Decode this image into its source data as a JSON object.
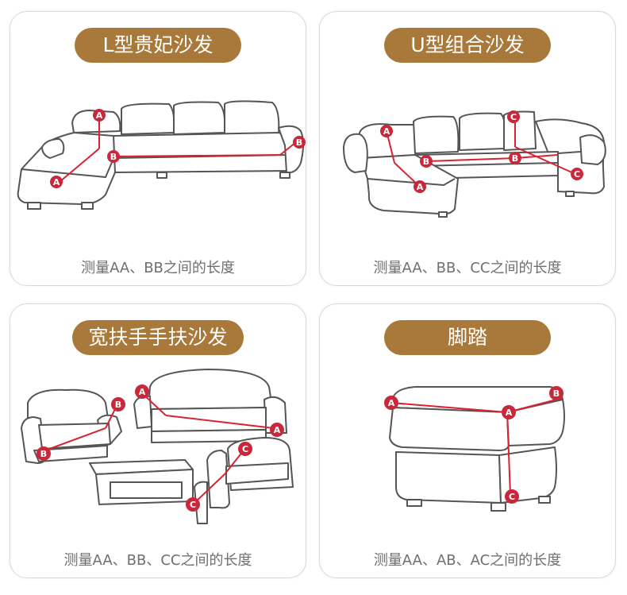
{
  "colors": {
    "pill": "#a8793a",
    "marker": "#c8283a",
    "line": "#d92232",
    "stroke": "#555555"
  },
  "cards": [
    {
      "title": "L型贵妃沙发",
      "caption": "测量AA、BB之间的长度",
      "markers": [
        "A",
        "A",
        "B",
        "B"
      ]
    },
    {
      "title": "U型组合沙发",
      "caption": "测量AA、BB、CC之间的长度",
      "markers": [
        "A",
        "A",
        "B",
        "B",
        "C",
        "C"
      ]
    },
    {
      "title": "宽扶手手扶沙发",
      "caption": "测量AA、BB、CC之间的长度",
      "markers": [
        "A",
        "A",
        "B",
        "B",
        "C",
        "C"
      ]
    },
    {
      "title": "脚踏",
      "caption": "测量AA、AB、AC之间的长度",
      "markers": [
        "A",
        "A",
        "B",
        "C"
      ]
    }
  ]
}
